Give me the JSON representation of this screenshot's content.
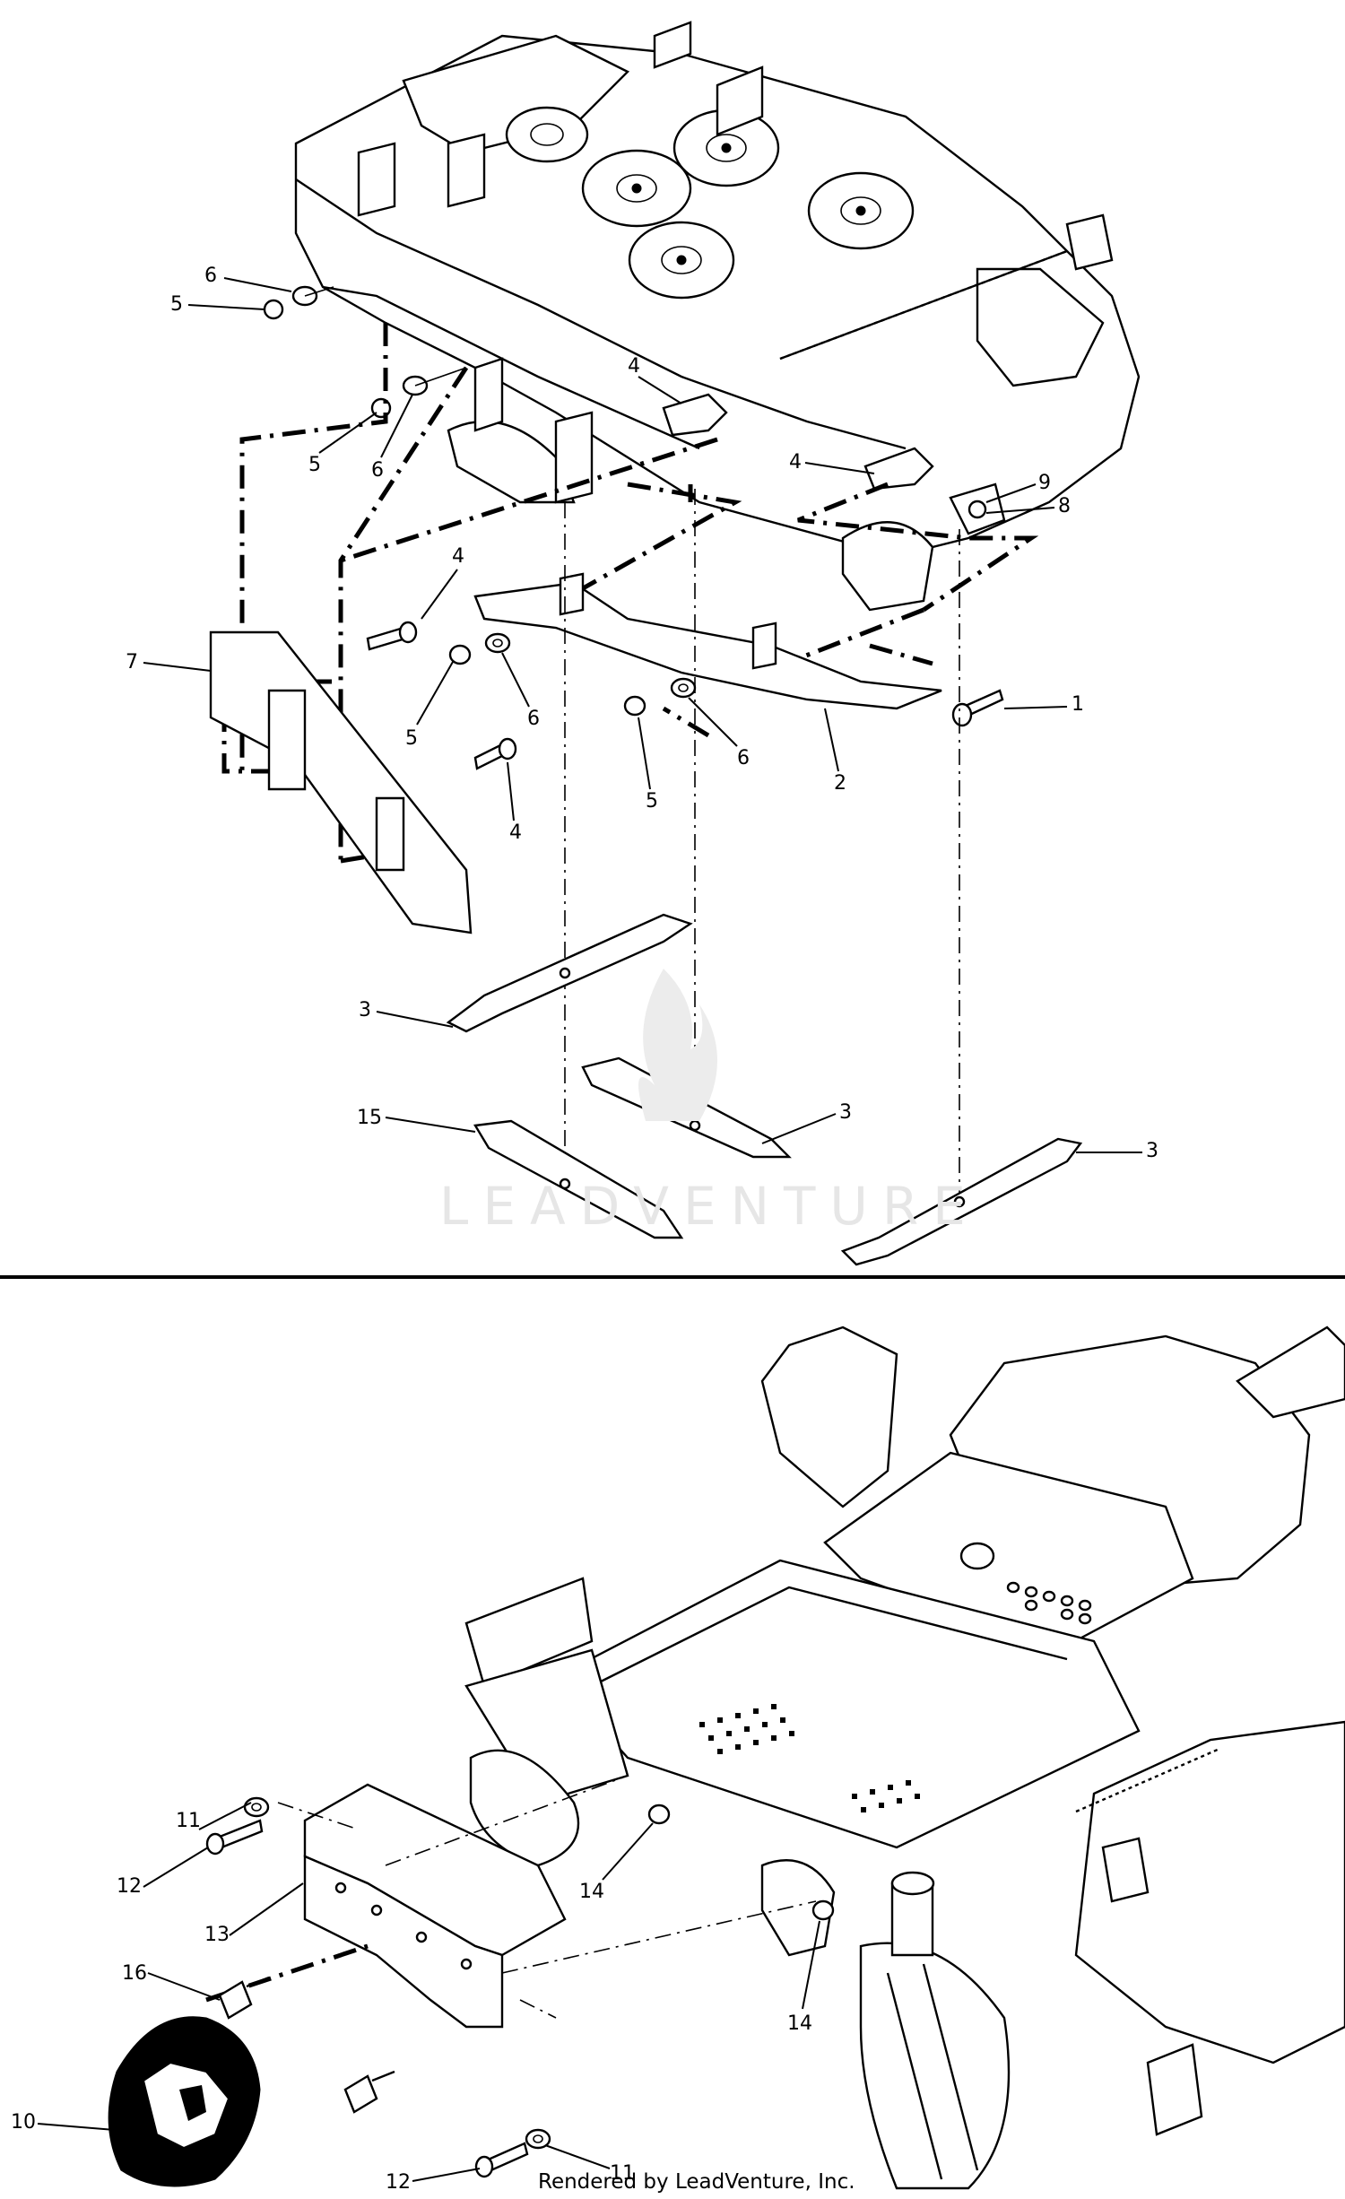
{
  "callouts_top": [
    {
      "id": "c6a",
      "text": "6"
    },
    {
      "id": "c5a",
      "text": "5"
    },
    {
      "id": "c4a",
      "text": "4"
    },
    {
      "id": "c5b",
      "text": "5"
    },
    {
      "id": "c6b",
      "text": "6"
    },
    {
      "id": "c4b",
      "text": "4"
    },
    {
      "id": "c9",
      "text": "9"
    },
    {
      "id": "c8",
      "text": "8"
    },
    {
      "id": "c4c",
      "text": "4"
    },
    {
      "id": "c7",
      "text": "7"
    },
    {
      "id": "c5c",
      "text": "5"
    },
    {
      "id": "c6c",
      "text": "6"
    },
    {
      "id": "c6d",
      "text": "6"
    },
    {
      "id": "c1",
      "text": "1"
    },
    {
      "id": "c2",
      "text": "2"
    },
    {
      "id": "c5d",
      "text": "5"
    },
    {
      "id": "c4d",
      "text": "4"
    },
    {
      "id": "c3a",
      "text": "3"
    },
    {
      "id": "c15",
      "text": "15"
    },
    {
      "id": "c3b",
      "text": "3"
    },
    {
      "id": "c3c",
      "text": "3"
    }
  ],
  "callouts_bottom": [
    {
      "id": "c11a",
      "text": "11"
    },
    {
      "id": "c12a",
      "text": "12"
    },
    {
      "id": "c13",
      "text": "13"
    },
    {
      "id": "c14a",
      "text": "14"
    },
    {
      "id": "c16",
      "text": "16"
    },
    {
      "id": "c14b",
      "text": "14"
    },
    {
      "id": "c10",
      "text": "10"
    },
    {
      "id": "c12b",
      "text": "12"
    },
    {
      "id": "c11b",
      "text": "11"
    }
  ],
  "watermark": "LEADVENTURE",
  "footer": "Rendered by LeadVenture, Inc.",
  "icon_names": [
    "logo-flame-icon"
  ]
}
